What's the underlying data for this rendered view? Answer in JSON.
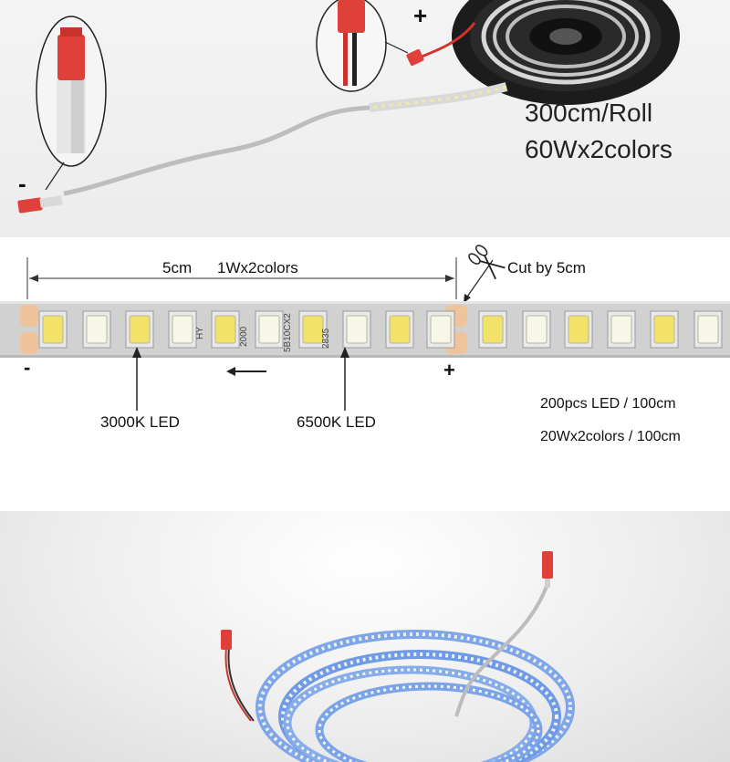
{
  "top": {
    "length_label": "300cm/Roll",
    "power_label": "60Wx2colors",
    "plus_sign": "+",
    "minus_sign": "-"
  },
  "segment": {
    "length_label": "5cm",
    "power_label": "1Wx2colors",
    "cut_label": "Cut by 5cm",
    "minus_sign": "-",
    "plus_sign": "+",
    "warm_led_label": "3000K LED",
    "cool_led_label": "6500K LED",
    "density_label": "200pcs LED / 100cm",
    "power_density_label": "20Wx2colors / 100cm",
    "pcb_marks": [
      "HY",
      "2000",
      "5B10CX2",
      "2835"
    ]
  },
  "colors": {
    "connector_red": "#e0403a",
    "pcb_silver": "#cfcfcf",
    "led_warm": "#f3e26a",
    "led_cool": "#f7f7e8",
    "copper_pad": "#f0c49a"
  }
}
